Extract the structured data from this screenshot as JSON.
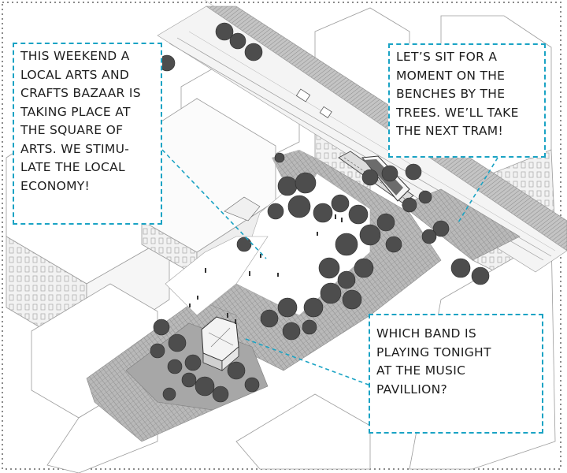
{
  "colors": {
    "accent": "#1aa3c4",
    "frame": "#8a8a8a",
    "tree": "#4a4a4a",
    "paving": "#9a9a9a"
  },
  "callouts": [
    {
      "id": "arts-bazaar",
      "lines": [
        "THIS WEEKEND A",
        "LOCAL ARTS AND",
        "CRAFTS BAZAAR IS",
        "TAKING PLACE AT",
        "THE SQUARE OF",
        "ARTS. WE STIMU-",
        "LATE THE LOCAL",
        "ECONOMY!"
      ]
    },
    {
      "id": "benches",
      "lines": [
        "LET’S SIT FOR A",
        "MOMENT ON THE",
        "BENCHES BY THE",
        "TREES. WE’LL TAKE",
        "THE NEXT TRAM!"
      ]
    },
    {
      "id": "music-pavillion",
      "lines": [
        "WHICH BAND IS",
        "PLAYING TONIGHT",
        "AT THE MUSIC",
        "PAVILLION?"
      ]
    }
  ]
}
